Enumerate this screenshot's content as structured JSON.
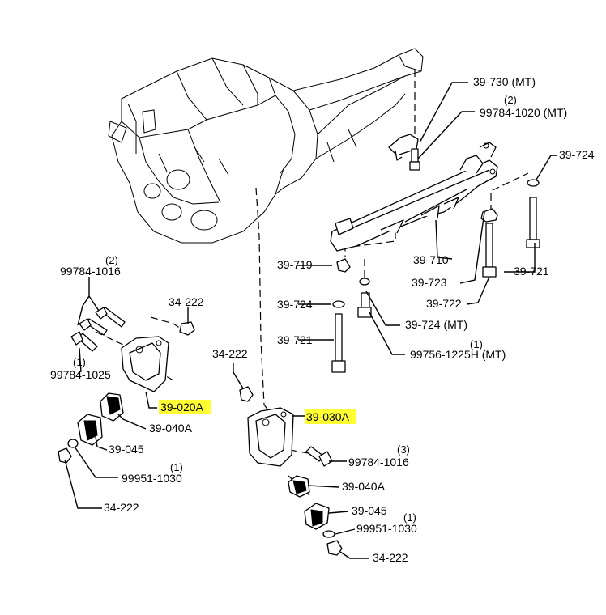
{
  "colors": {
    "highlight": "#ffff33",
    "line": "#000000",
    "background": "#ffffff"
  },
  "labels": {
    "p39_730": "39-730 (MT)",
    "p99784_1020_qty": "(2)",
    "p99784_1020": "99784-1020 (MT)",
    "p39_724_top": "39-724",
    "p39_710": "39-710",
    "p39_723": "39-723",
    "p39_721_right": "39-721",
    "p39_722": "39-722",
    "p39_719": "39-719",
    "p39_724_mid": "39-724",
    "p39_724_mt": "39-724 (MT)",
    "p39_721_mid": "39-721",
    "p99756_qty": "(1)",
    "p99756": "99756-1225H (MT)",
    "p99784_1016_left_qty": "(2)",
    "p99784_1016_left": "99784-1016",
    "p34_222_left_top": "34-222",
    "p99784_1025_qty": "(1)",
    "p99784_1025": "99784-1025",
    "p39_020A": "39-020A",
    "p39_040A_left": "39-040A",
    "p39_045_left": "39-045",
    "p99951_left_qty": "(1)",
    "p99951_left": "99951-1030",
    "p34_222_left_bottom": "34-222",
    "p34_222_center": "34-222",
    "p39_030A": "39-030A",
    "p99784_1016_right_qty": "(3)",
    "p99784_1016_right": "99784-1016",
    "p39_040A_right": "39-040A",
    "p39_045_right": "39-045",
    "p99951_right_qty": "(1)",
    "p99951_right": "99951-1030",
    "p34_222_right_bottom": "34-222"
  }
}
